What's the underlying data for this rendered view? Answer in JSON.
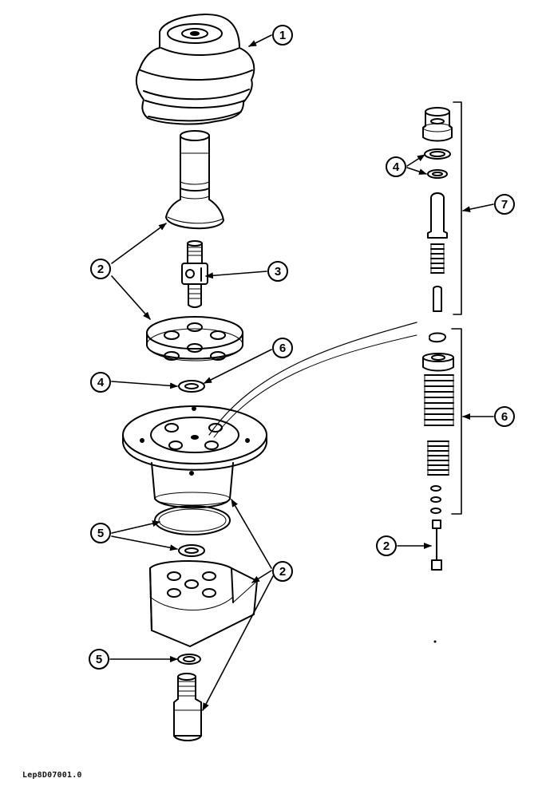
{
  "figure_ref": "Lep8D07001.0",
  "callouts": {
    "c1": "1",
    "c2_left": "2",
    "c3": "3",
    "c6_left": "6",
    "c4_left": "4",
    "c5_upper": "5",
    "c2_lower": "2",
    "c5_lower": "5",
    "c4_right": "4",
    "c7": "7",
    "c6_right": "6",
    "c2_right": "2"
  }
}
